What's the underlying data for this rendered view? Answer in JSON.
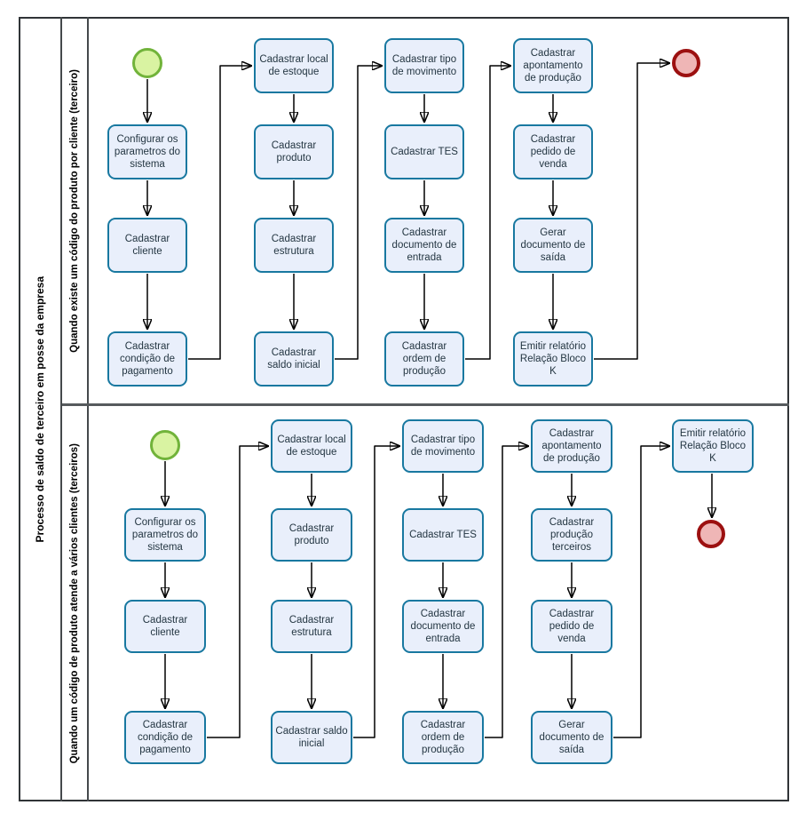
{
  "pool": {
    "title": "Processo de saldo de terceiro em posse da empresa"
  },
  "colors": {
    "task_fill": "#e9effb",
    "task_border": "#1878a0",
    "task_text": "#243642",
    "start_fill": "#d9f3a2",
    "start_border": "#71b33a",
    "end_fill": "#efb6b6",
    "end_border": "#9c1010",
    "flow": "#000000",
    "frame": "#45494c"
  },
  "lanes": [
    {
      "label": "Quando existe um código do produto por cliente (terceiro)",
      "nodes": [
        {
          "id": "l1-start",
          "type": "start"
        },
        {
          "id": "l1-configurar-parametros",
          "type": "task",
          "label": "Configurar os parametros do sistema"
        },
        {
          "id": "l1-cadastrar-cliente",
          "type": "task",
          "label": "Cadastrar cliente"
        },
        {
          "id": "l1-condicao-pagamento",
          "type": "task",
          "label": "Cadastrar condição de pagamento"
        },
        {
          "id": "l1-local-estoque",
          "type": "task",
          "label": "Cadastrar local de estoque"
        },
        {
          "id": "l1-produto",
          "type": "task",
          "label": "Cadastrar produto"
        },
        {
          "id": "l1-estrutura",
          "type": "task",
          "label": "Cadastrar estrutura"
        },
        {
          "id": "l1-saldo-inicial",
          "type": "task",
          "label": "Cadastrar saldo inicial"
        },
        {
          "id": "l1-tipo-movimento",
          "type": "task",
          "label": "Cadastrar tipo de movimento"
        },
        {
          "id": "l1-tes",
          "type": "task",
          "label": "Cadastrar TES"
        },
        {
          "id": "l1-doc-entrada",
          "type": "task",
          "label": "Cadastrar documento de entrada"
        },
        {
          "id": "l1-ordem-producao",
          "type": "task",
          "label": "Cadastrar ordem de produção"
        },
        {
          "id": "l1-apontamento-producao",
          "type": "task",
          "label": "Cadastrar apontamento de produção"
        },
        {
          "id": "l1-pedido-venda",
          "type": "task",
          "label": "Cadastrar pedido de venda"
        },
        {
          "id": "l1-doc-saida",
          "type": "task",
          "label": "Gerar documento de saída"
        },
        {
          "id": "l1-relatorio-bloco-k",
          "type": "task",
          "label": "Emitir relatório Relação Bloco K"
        },
        {
          "id": "l1-end",
          "type": "end"
        }
      ]
    },
    {
      "label": "Quando um código de produto atende a vários clientes (terceiros)",
      "nodes": [
        {
          "id": "l2-start",
          "type": "start"
        },
        {
          "id": "l2-configurar-parametros",
          "type": "task",
          "label": "Configurar os parametros do sistema"
        },
        {
          "id": "l2-cadastrar-cliente",
          "type": "task",
          "label": "Cadastrar cliente"
        },
        {
          "id": "l2-condicao-pagamento",
          "type": "task",
          "label": "Cadastrar condição de pagamento"
        },
        {
          "id": "l2-local-estoque",
          "type": "task",
          "label": "Cadastrar local de estoque"
        },
        {
          "id": "l2-produto",
          "type": "task",
          "label": "Cadastrar produto"
        },
        {
          "id": "l2-estrutura",
          "type": "task",
          "label": "Cadastrar estrutura"
        },
        {
          "id": "l2-saldo-inicial",
          "type": "task",
          "label": "Cadastrar saldo inicial"
        },
        {
          "id": "l2-tipo-movimento",
          "type": "task",
          "label": "Cadastrar tipo de movimento"
        },
        {
          "id": "l2-tes",
          "type": "task",
          "label": "Cadastrar TES"
        },
        {
          "id": "l2-doc-entrada",
          "type": "task",
          "label": "Cadastrar documento de entrada"
        },
        {
          "id": "l2-ordem-producao",
          "type": "task",
          "label": "Cadastrar ordem de produção"
        },
        {
          "id": "l2-apontamento-producao",
          "type": "task",
          "label": "Cadastrar apontamento de produção"
        },
        {
          "id": "l2-producao-terceiros",
          "type": "task",
          "label": "Cadastrar produção terceiros"
        },
        {
          "id": "l2-pedido-venda",
          "type": "task",
          "label": "Cadastrar pedido de venda"
        },
        {
          "id": "l2-doc-saida",
          "type": "task",
          "label": "Gerar documento de saída"
        },
        {
          "id": "l2-relatorio-bloco-k",
          "type": "task",
          "label": "Emitir relatório Relação Bloco K"
        },
        {
          "id": "l2-end",
          "type": "end"
        }
      ]
    }
  ]
}
